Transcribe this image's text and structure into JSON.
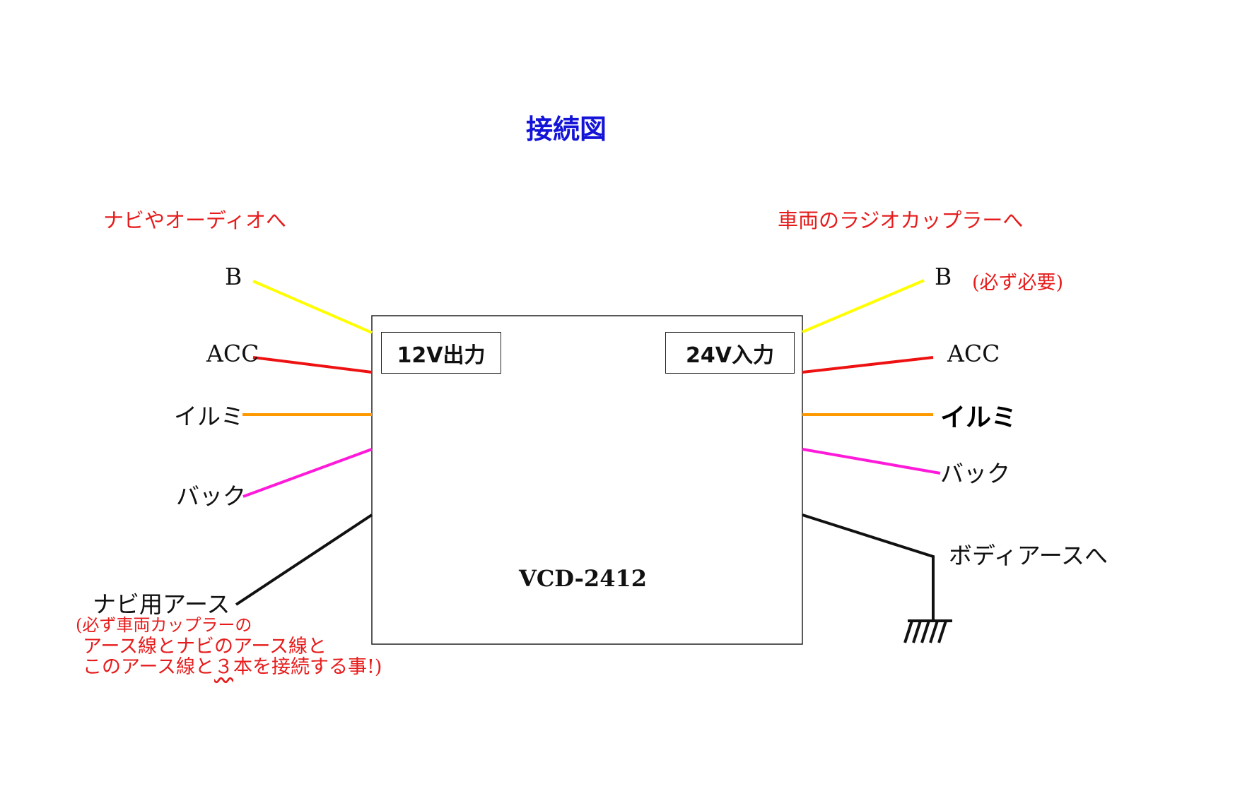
{
  "title": "接続図",
  "left_destination": "ナビやオーディオへ",
  "right_destination": "車両のラジオカップラーへ",
  "module": {
    "model": "VCD-2412",
    "output_port": "12V出力",
    "input_port": "24V入力"
  },
  "left_wires": {
    "b": "B",
    "acc": "ACC",
    "illumi": "イルミ",
    "back": "バック",
    "ground": "ナビ用アース"
  },
  "left_ground_note": {
    "line1": "(必ず車両カップラーの",
    "line2": "アース線とナビのアース線と",
    "line3_pre": "このアース線と",
    "line3_num": "３",
    "line3_post": "本を接続する事!)"
  },
  "right_wires": {
    "b": "B",
    "b_note": "(必ず必要)",
    "acc": "ACC",
    "illumi": "イルミ",
    "back": "バック",
    "ground": "ボディアースへ"
  },
  "colors": {
    "b_wire": "#ffff00",
    "acc_wire": "#ee1111",
    "illumi_wire": "#ff9900",
    "back_wire": "#ff1ad9",
    "ground_wire": "#111111",
    "title": "#1414d8",
    "labels_red": "#e61c1c"
  }
}
